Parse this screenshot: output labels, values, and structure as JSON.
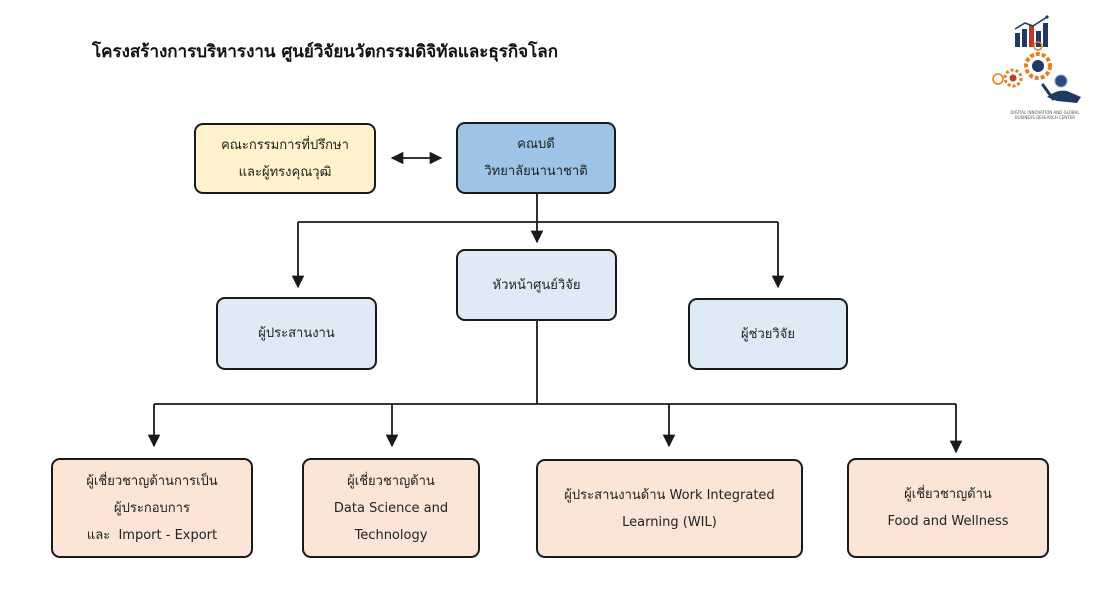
{
  "title": "โครงสร้างการบริหารงาน ศูนย์วิจัยนวัตกรรมดิจิทัลและธุรกิจโลก",
  "logo": {
    "caption_line1": "DIGITAL INNOVATION AND GLOBAL",
    "caption_line2": "BUSINESS RESEARCH CENTER"
  },
  "nodes": {
    "advisory": [
      "คณะกรรมการที่ปรึกษา",
      "และผู้ทรงคุณวุฒิ"
    ],
    "dean": [
      "คณบดี",
      "วิทยาลัยนานาชาติ"
    ],
    "head": [
      "หัวหน้าศูนย์วิจัย"
    ],
    "coordinator": [
      "ผู้ประสานงาน"
    ],
    "assistant": [
      "ผู้ช่วยวิจัย"
    ],
    "expert_entrepreneur": [
      "ผู้เชี่ยวชาญด้านการเป็น",
      "ผู้ประกอบการ",
      "และ  Import - Export"
    ],
    "expert_data": [
      "ผู้เชี่ยวชาญด้าน",
      "Data Science and",
      "Technology"
    ],
    "coordinator_wil": [
      "ผู้ประสานงานด้าน Work Integrated",
      "Learning (WIL)"
    ],
    "expert_food": [
      "ผู้เชี่ยวชาญด้าน",
      "Food and Wellness"
    ]
  },
  "colors": {
    "yellow": "#fff2cc",
    "blue_dark": "#9dc3e6",
    "blue_light": "#deebf7",
    "peach": "#fbe5d6",
    "line": "#1a1a1a"
  }
}
